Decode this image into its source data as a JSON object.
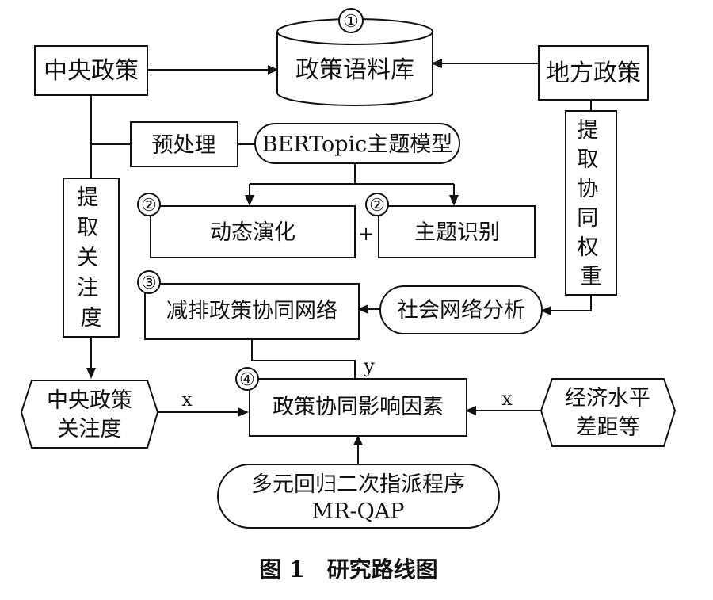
{
  "diagram": {
    "nodes": {
      "central_policy": "中央政策",
      "corpus": "政策语料库",
      "local_policy": "地方政策",
      "preprocess": "预处理",
      "bertopic": "BERTopic主题模型",
      "dynamic_evolution": "动态演化",
      "topic_identification": "主题识别",
      "emission_network": "减排政策协同网络",
      "sna": "社会网络分析",
      "factors": "政策协同影响因素",
      "central_attention_1": "中央政策",
      "central_attention_2": "关注度",
      "economic_gap_1": "经济水平",
      "economic_gap_2": "差距等",
      "mrqap_1": "多元回归二次指派程序",
      "mrqap_2": "MR-QAP"
    },
    "vertical_labels": {
      "extract_attention": [
        "提",
        "取",
        "关",
        "注",
        "度"
      ],
      "extract_weight": [
        "提",
        "取",
        "协",
        "同",
        "权",
        "重"
      ]
    },
    "step_markers": {
      "one": "①",
      "two_a": "②",
      "two_b": "②",
      "three": "③",
      "four": "④"
    },
    "edge_labels": {
      "plus": "+",
      "y": "y",
      "x_left": "x",
      "x_right": "x"
    },
    "caption": "图 1　研究路线图"
  }
}
